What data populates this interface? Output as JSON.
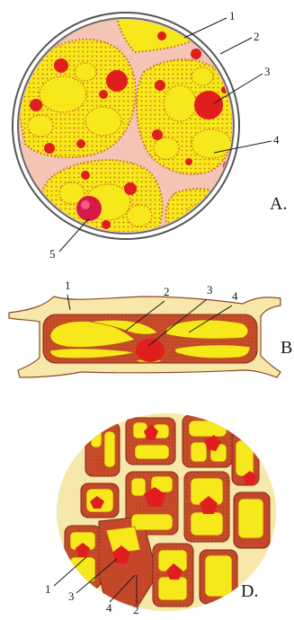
{
  "figure": {
    "panel_a": {
      "letter": "A.",
      "labels": [
        "1",
        "2",
        "3",
        "4",
        "5"
      ]
    },
    "panel_b": {
      "letter": "B",
      "labels": [
        "1",
        "2",
        "3",
        "4"
      ]
    },
    "panel_d": {
      "letter": "D.",
      "labels": [
        "1",
        "3",
        "4",
        "2"
      ]
    }
  },
  "colors": {
    "cell_wall": "#f7e7a8",
    "cytoplasm_yellow": "#f6e81a",
    "plastid_red": "#e01e1e",
    "intercellular_pink": "#f4c5b5",
    "outline_brown": "#8a4a2a",
    "dots": "#d06a1a"
  }
}
